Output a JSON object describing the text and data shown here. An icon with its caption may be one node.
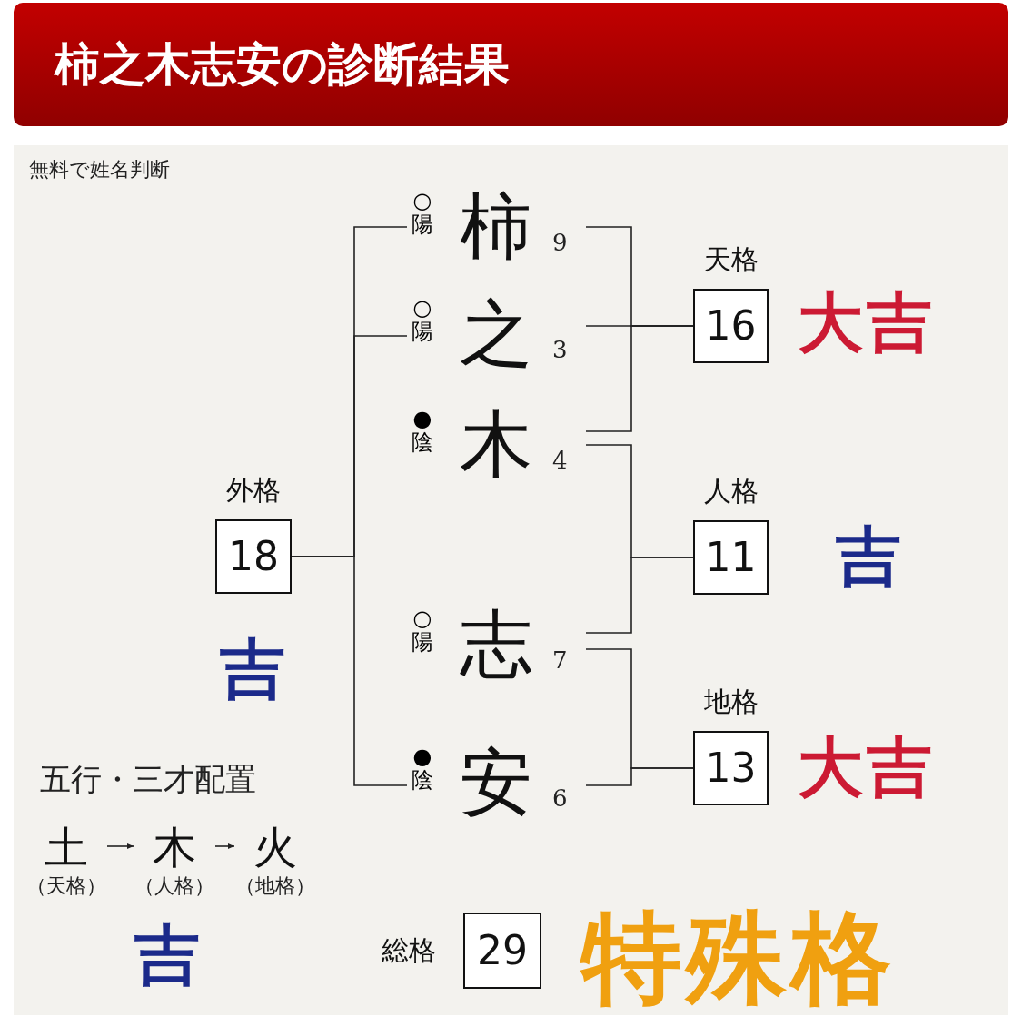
{
  "diagram": {
    "title": "柿之木志安の診断結果",
    "nodes": [
      {
        "text": [
          "柿"
        ],
        "beside": [
          "○陽",
          "9"
        ]
      },
      {
        "text": [
          "之"
        ],
        "beside": [
          "○陽",
          "3"
        ]
      },
      {
        "text": [
          "木"
        ],
        "beside": [
          "●陰",
          "4"
        ]
      },
      {
        "text": [
          "志"
        ],
        "beside": [
          "○陽",
          "7"
        ]
      },
      {
        "text": [
          "安"
        ],
        "beside": [
          "●陰",
          "6"
        ]
      },
      {
        "text": [
          "天格",
          "16"
        ],
        "beside": [
          "大吉"
        ]
      },
      {
        "text": [
          "人格",
          "11"
        ],
        "beside": [
          "吉"
        ]
      },
      {
        "text": [
          "地格",
          "13"
        ],
        "beside": [
          "大吉"
        ]
      },
      {
        "text": [
          "外格",
          "18"
        ],
        "beside": [
          "吉"
        ]
      },
      {
        "text": [
          "総格",
          "29"
        ],
        "beside": [
          "特殊格"
        ]
      },
      {
        "text": [
          "土"
        ],
        "beside": [
          "（天格）"
        ]
      },
      {
        "text": [
          "木"
        ],
        "beside": [
          "（人格）"
        ]
      },
      {
        "text": [
          "火"
        ],
        "beside": [
          "（地格）"
        ]
      }
    ],
    "edges": [
      {
        "from": 0,
        "to": 5,
        "arrow": "none"
      },
      {
        "from": 1,
        "to": 5,
        "arrow": "none"
      },
      {
        "from": 2,
        "to": 5,
        "arrow": "none"
      },
      {
        "from": 2,
        "to": 6,
        "arrow": "none"
      },
      {
        "from": 3,
        "to": 6,
        "arrow": "none"
      },
      {
        "from": 3,
        "to": 7,
        "arrow": "none"
      },
      {
        "from": 4,
        "to": 7,
        "arrow": "none"
      },
      {
        "from": 0,
        "to": 8,
        "arrow": "none"
      },
      {
        "from": 1,
        "to": 8,
        "arrow": "none"
      },
      {
        "from": 4,
        "to": 8,
        "arrow": "none"
      },
      {
        "from": 10,
        "to": 11,
        "arrow": "to"
      },
      {
        "from": 11,
        "to": 12,
        "arrow": "to"
      }
    ],
    "labels": [
      "無料で姓名判断",
      "五行・三才配置",
      "吉"
    ]
  }
}
